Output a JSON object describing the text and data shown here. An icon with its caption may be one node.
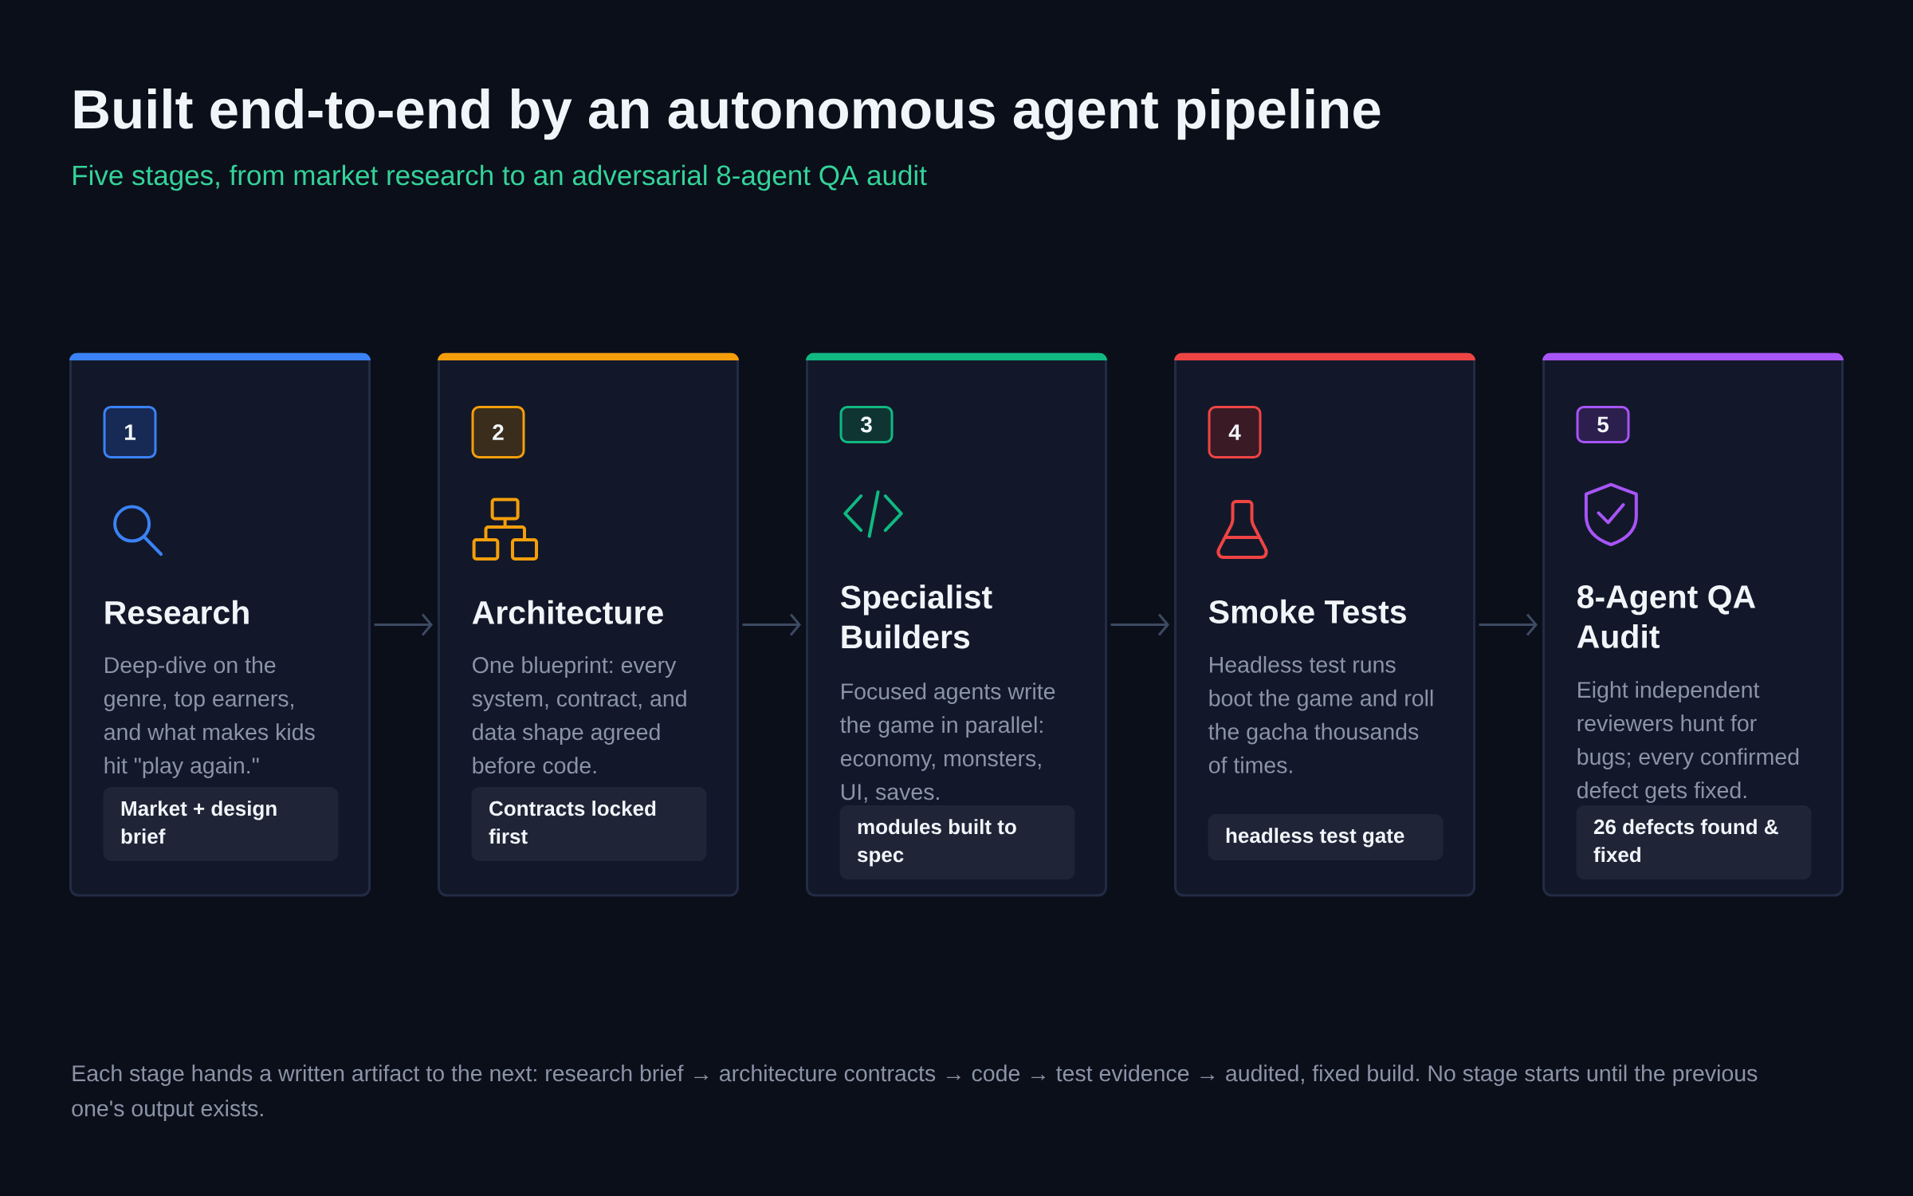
{
  "diagram": {
    "title": "Built end-to-end by an autonomous agent pipeline",
    "labels": [
      "Five stages, from market research to an adversarial 8-agent QA audit"
    ],
    "nodes": [
      {
        "text": [
          "Research",
          "Deep-dive on the genre, top earners, and what makes kids hit \"play again.\""
        ]
      },
      {
        "text": [
          "1"
        ],
        "in": 0
      },
      {
        "text": [
          "Market + design brief"
        ],
        "in": 0
      },
      {
        "text": [
          "Architecture",
          "One blueprint: every system, contract, and data shape agreed before code."
        ]
      },
      {
        "text": [
          "2"
        ],
        "in": 3
      },
      {
        "text": [
          "Contracts locked first"
        ],
        "in": 3
      },
      {
        "text": [
          "Specialist Builders",
          "Focused agents write the game in parallel: economy, monsters, UI, saves."
        ]
      },
      {
        "text": [
          "3"
        ],
        "in": 6
      },
      {
        "text": [
          "modules built to spec"
        ],
        "in": 6
      },
      {
        "text": [
          "Smoke Tests",
          "Headless test runs boot the game and roll the gacha thousands of times."
        ]
      },
      {
        "text": [
          "4"
        ],
        "in": 9
      },
      {
        "text": [
          "headless test gate"
        ],
        "in": 9
      },
      {
        "text": [
          "8-Agent QA Audit",
          "Eight independent reviewers hunt for bugs; every confirmed defect gets fixed."
        ]
      },
      {
        "text": [
          "5"
        ],
        "in": 12
      },
      {
        "text": [
          "26 defects found & fixed"
        ],
        "in": 12
      }
    ],
    "edges": [
      {
        "from": 0,
        "to": 3,
        "arrow": "to"
      },
      {
        "from": 3,
        "to": 6,
        "arrow": "to"
      },
      {
        "from": 6,
        "to": 9,
        "arrow": "to"
      },
      {
        "from": 9,
        "to": 12,
        "arrow": "to"
      }
    ],
    "caption": "Each stage hands a written artifact to the next: research brief → architecture contracts → code → test evidence → audited, fixed build. No stage starts until the previous one's output exists."
  }
}
